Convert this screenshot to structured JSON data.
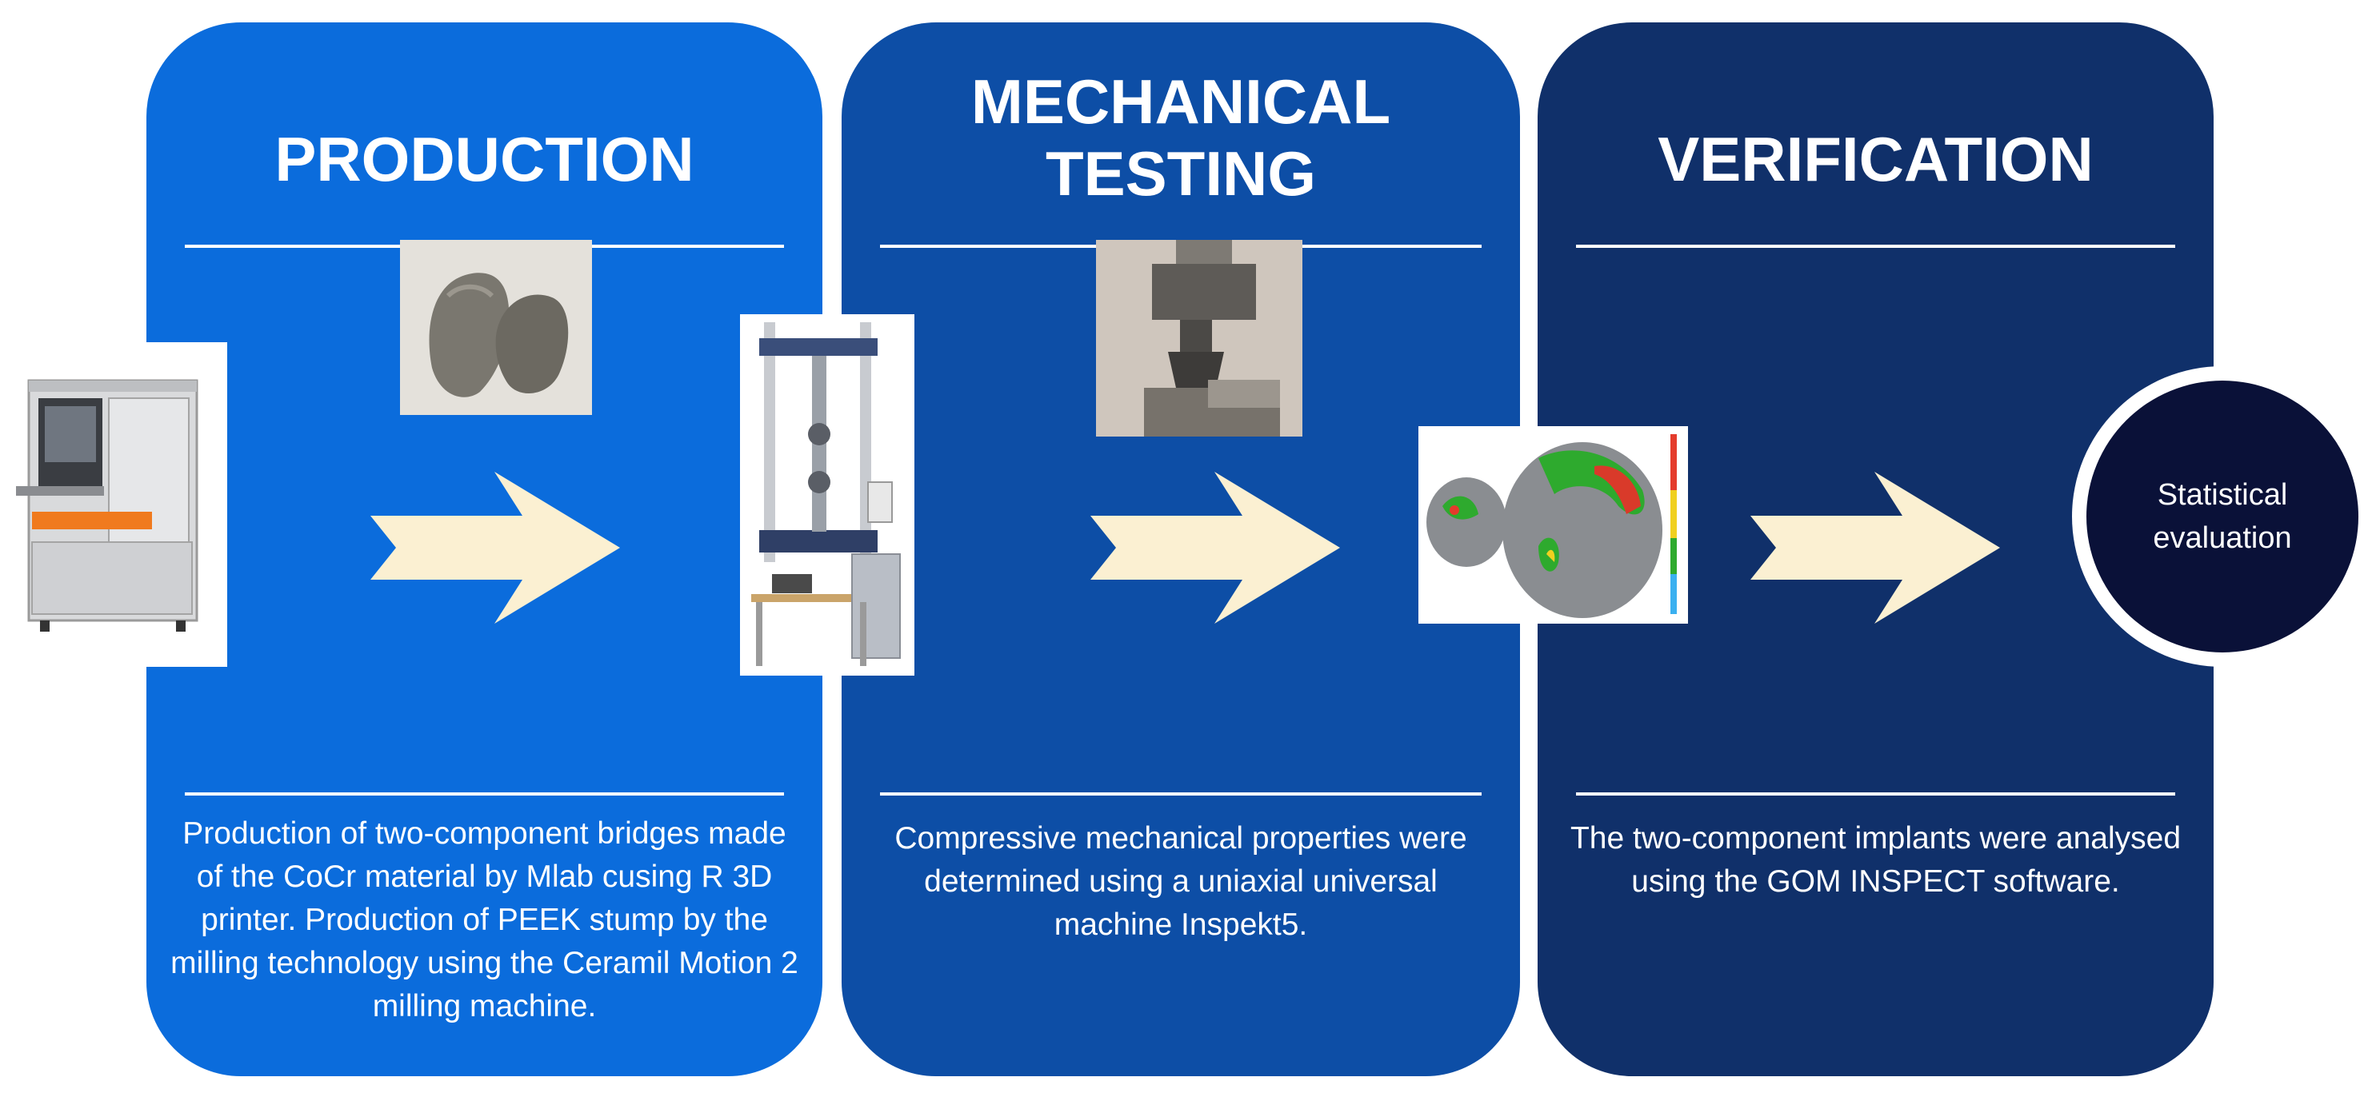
{
  "colors": {
    "production_panel": "#0b6cdc",
    "testing_panel": "#0d4ea6",
    "verification_panel": "#10306a",
    "arrow": "#fbf0d2",
    "evaluation_circle": "#0a1138"
  },
  "stages": [
    {
      "title": "PRODUCTION",
      "description": "Production of two-component bridges made of the CoCr material by Mlab cusing R 3D printer. Production of PEEK stump by the milling technology using the Ceramil Motion 2 milling machine."
    },
    {
      "title_line1": "MECHANICAL",
      "title_line2": "TESTING",
      "description": "Compressive mechanical properties were determined using a uniaxial universal machine Inspekt5."
    },
    {
      "title": "VERIFICATION",
      "description": "The two-component implants were analysed using the GOM INSPECT software."
    }
  ],
  "result": {
    "line1": "Statistical",
    "line2": "evaluation"
  },
  "icons": [
    "3d-printer-photo",
    "bridge-sample-photo",
    "testing-machine-photo",
    "compression-test-photo",
    "deviation-scan-photo",
    "arrow-icon"
  ]
}
